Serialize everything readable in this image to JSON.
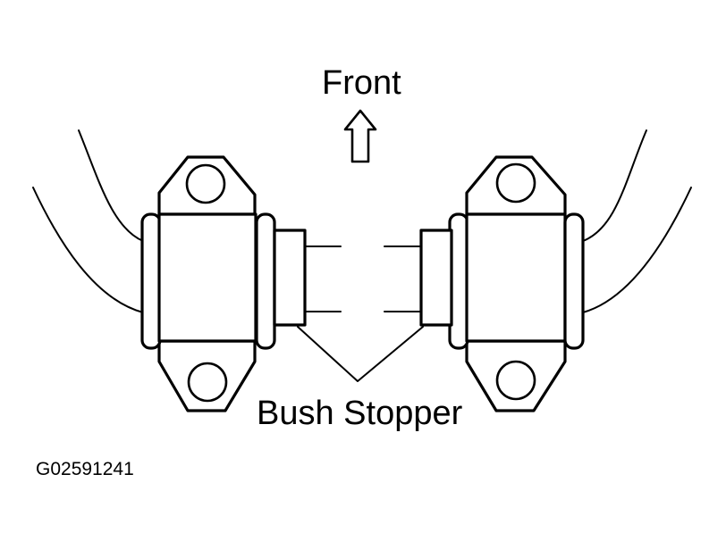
{
  "labels": {
    "front": "Front",
    "bush_stopper": "Bush Stopper",
    "figure_code": "G02591241"
  },
  "colors": {
    "line": "#000000",
    "background": "#ffffff"
  }
}
